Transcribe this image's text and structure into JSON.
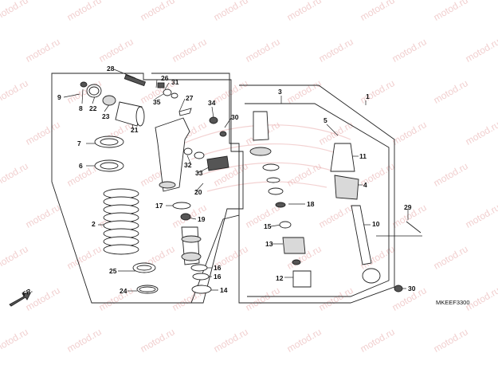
{
  "watermark": {
    "text": "motod.ru",
    "color": "#e6a8a8"
  },
  "diagram_code": "MKEEF3300",
  "direction_label": "FR.",
  "callouts": [
    {
      "id": "c1",
      "label": "1"
    },
    {
      "id": "c2",
      "label": "2"
    },
    {
      "id": "c3",
      "label": "3"
    },
    {
      "id": "c4",
      "label": "4"
    },
    {
      "id": "c5",
      "label": "5"
    },
    {
      "id": "c6",
      "label": "6"
    },
    {
      "id": "c7",
      "label": "7"
    },
    {
      "id": "c8",
      "label": "8"
    },
    {
      "id": "c9",
      "label": "9"
    },
    {
      "id": "c10",
      "label": "10"
    },
    {
      "id": "c11",
      "label": "11"
    },
    {
      "id": "c12",
      "label": "12"
    },
    {
      "id": "c13",
      "label": "13"
    },
    {
      "id": "c14",
      "label": "14"
    },
    {
      "id": "c15",
      "label": "15"
    },
    {
      "id": "c16a",
      "label": "16"
    },
    {
      "id": "c16b",
      "label": "16"
    },
    {
      "id": "c17",
      "label": "17"
    },
    {
      "id": "c18",
      "label": "18"
    },
    {
      "id": "c19",
      "label": "19"
    },
    {
      "id": "c20",
      "label": "20"
    },
    {
      "id": "c21",
      "label": "21"
    },
    {
      "id": "c22",
      "label": "22"
    },
    {
      "id": "c23",
      "label": "23"
    },
    {
      "id": "c24",
      "label": "24"
    },
    {
      "id": "c25",
      "label": "25"
    },
    {
      "id": "c26",
      "label": "26"
    },
    {
      "id": "c27",
      "label": "27"
    },
    {
      "id": "c28",
      "label": "28"
    },
    {
      "id": "c29",
      "label": "29"
    },
    {
      "id": "c30a",
      "label": "30"
    },
    {
      "id": "c30b",
      "label": "30"
    },
    {
      "id": "c31",
      "label": "31"
    },
    {
      "id": "c32",
      "label": "32"
    },
    {
      "id": "c33",
      "label": "33"
    },
    {
      "id": "c34",
      "label": "34"
    },
    {
      "id": "c35",
      "label": "35"
    }
  ]
}
